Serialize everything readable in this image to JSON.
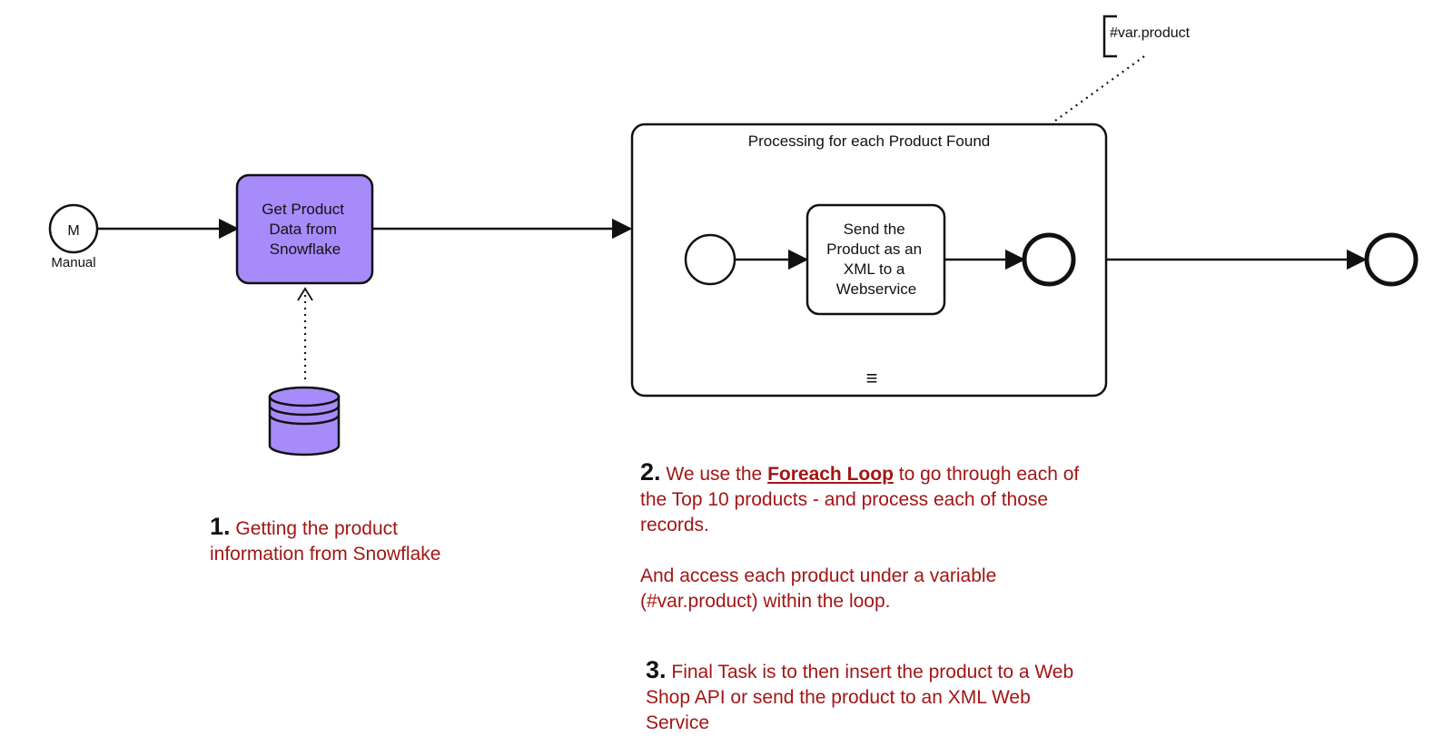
{
  "diagram": {
    "start_event": {
      "marker": "M",
      "label": "Manual"
    },
    "task_get_product": {
      "label_lines": [
        "Get Product",
        "Data from",
        "Snowflake"
      ]
    },
    "datastore": {
      "icon": "database-icon"
    },
    "subprocess": {
      "title": "Processing for each Product Found",
      "inner_task": {
        "label_lines": [
          "Send the",
          "Product as an",
          "XML to a",
          "Webservice"
        ]
      },
      "loop_marker": "≡"
    },
    "annotation": {
      "text": "#var.product"
    }
  },
  "colors": {
    "task_fill": "#a78bfa",
    "note_red": "#a31515"
  },
  "notes": {
    "note1": {
      "num": "1.",
      "text": "Getting the product information from Snowflake"
    },
    "note2": {
      "num": "2.",
      "pre": "We use the",
      "link": "Foreach Loop",
      "post": "to go through each of the Top 10 products - and process each of those records.",
      "para2": "And access each product under a variable (#var.product) within the loop."
    },
    "note3": {
      "num": "3.",
      "text": "Final Task is to then insert the product to a Web Shop API or send the product to an XML Web Service"
    }
  }
}
